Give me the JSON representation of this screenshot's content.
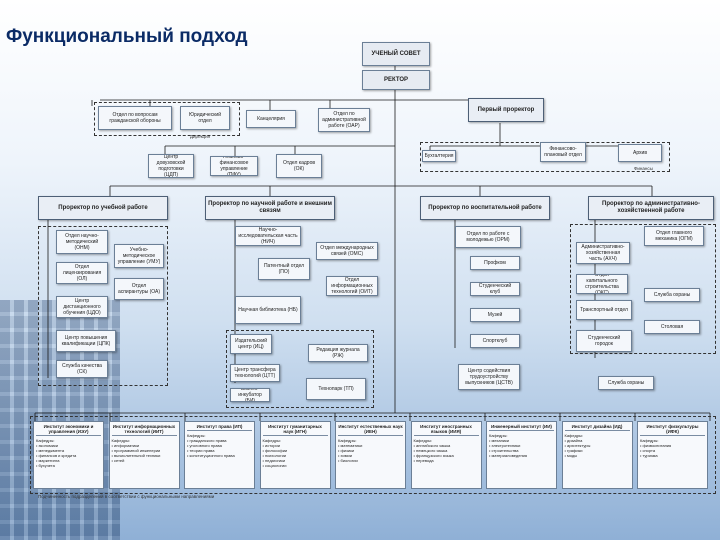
{
  "title": "Функциональный подход",
  "top_boxes": {
    "council": "УЧЕНЫЙ СОВЕТ",
    "rector": "РЕКТОР",
    "first_prorector": "Первый проректор"
  },
  "rector_staff": [
    "Отдел по вопросам гражданской обороны",
    "Юридический отдел",
    "Канцелярия",
    "Отдел по административной работе (ОАР)"
  ],
  "rector_staff_note": "Дирекция",
  "first_prorector_units": [
    "Бухгалтерия",
    "Финансово-плановый отдел",
    "Архив"
  ],
  "first_prorector_note": "Финансы",
  "mid_units": [
    "Центр довузовской подготовки (ЦДП)",
    "Планово-финансовое управление (ПФУ)",
    "Отдел кадров (ОК)"
  ],
  "prorectors": [
    "Проректор по учебной работе",
    "Проректор по научной работе и внешним связям",
    "Проректор по воспитательной работе",
    "Проректор по административно-хозяйственной работе"
  ],
  "col1_units": [
    "Отдел научно-методический (ОНМ)",
    "Учебно-методическое управление (УМУ)",
    "Отдел лицензирования (ОЛ)",
    "Отдел аспирантуры (ОА)",
    "Центр дистанционного обучения (ЦДО)",
    "Центр повышения квалификации (ЦПК)",
    "Служба качества (СК)"
  ],
  "col2_units": [
    "Научно-исследовательская часть (НИЧ)",
    "Отдел международных связей (ОМС)",
    "Патентный отдел (ПО)",
    "Отдел информационных технологий (ОИТ)",
    "Научная библиотека (НБ)",
    "Издательский центр (ИЦ)",
    "Редакция журнала (РЖ)",
    "Центр трансфера технологий (ЦТТ)",
    "Технопарк (ТП)",
    "Бизнес-инкубатор (БИ)"
  ],
  "col3_units": [
    "Отдел по работе с молодежью (ОРМ)",
    "Профком",
    "Студенческий клуб",
    "Музей",
    "Спортклуб",
    "Центр содействия трудоустройству выпускников (ЦСТВ)"
  ],
  "col4_units": [
    "Административно-хозяйственная часть (АХЧ)",
    "Отдел главного механика (ОГМ)",
    "Отдел капитального строительства (ОКС)",
    "Служба охраны",
    "Транспортный отдел",
    "Столовая",
    "Студенческий городок"
  ],
  "faculties": [
    {
      "name": "Институт экономики и управления (ИЭУ)",
      "items": [
        "Кафедры:",
        "• экономики",
        "• менеджмента",
        "• финансов и кредита",
        "• маркетинга",
        "• бухучета"
      ]
    },
    {
      "name": "Институт информационных технологий (ИИТ)",
      "items": [
        "Кафедры:",
        "• информатики",
        "• программной инженерии",
        "• вычислительной техники",
        "• сетей"
      ]
    },
    {
      "name": "Институт права (ИП)",
      "items": [
        "Кафедры:",
        "• гражданского права",
        "• уголовного права",
        "• теории права",
        "• конституционного права"
      ]
    },
    {
      "name": "Институт гуманитарных наук (ИГН)",
      "items": [
        "Кафедры:",
        "• истории",
        "• философии",
        "• психологии",
        "• педагогики",
        "• социологии"
      ]
    },
    {
      "name": "Институт естественных наук (ИЕН)",
      "items": [
        "Кафедры:",
        "• математики",
        "• физики",
        "• химии",
        "• биологии"
      ]
    },
    {
      "name": "Институт иностранных языков (ИИЯ)",
      "items": [
        "Кафедры:",
        "• английского языка",
        "• немецкого языка",
        "• французского языка",
        "• перевода"
      ]
    },
    {
      "name": "Инженерный институт (ИИ)",
      "items": [
        "Кафедры:",
        "• механики",
        "• электротехники",
        "• строительства",
        "• материаловедения"
      ]
    },
    {
      "name": "Институт дизайна (ИД)",
      "items": [
        "Кафедры:",
        "• дизайна",
        "• архитектуры",
        "• графики",
        "• моды"
      ]
    },
    {
      "name": "Институт физкультуры (ИФК)",
      "items": [
        "Кафедры:",
        "• физвоспитания",
        "• спорта",
        "• туризма"
      ]
    }
  ],
  "footer": "Подчиненность подразделений в соответствии с функциональными направлениями"
}
